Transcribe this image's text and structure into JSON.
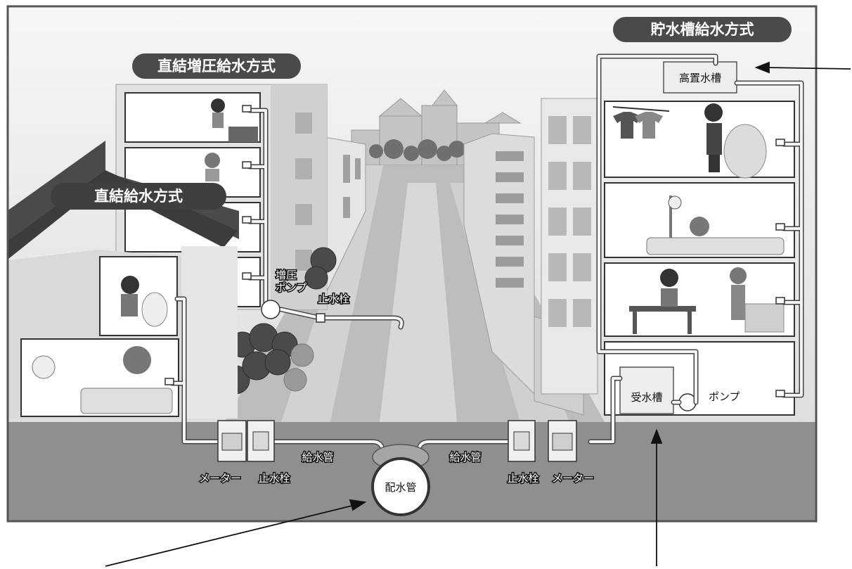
{
  "systems": {
    "direct": "直結給水方式",
    "booster": "直結増圧給水方式",
    "tank": "貯水槽給水方式"
  },
  "labels": {
    "elevated_tank": "高置水槽",
    "receiving_tank": "受水槽",
    "pump": "ポンプ",
    "booster_pump_line1": "増圧",
    "booster_pump_line2": "ポンプ",
    "stop_valve_upper": "止水栓",
    "supply_pipe_left": "給水管",
    "supply_pipe_right": "給水管",
    "distribution_main": "配水管",
    "meter_left": "メーター",
    "stop_valve_left": "止水栓",
    "stop_valve_right": "止水栓",
    "meter_right": "メーター"
  },
  "colors": {
    "frame": "#555555",
    "pill": "#4a4a4a",
    "ground": "#8e8e8e",
    "sky": "#e8e8e8",
    "pipe": "#f5f5f5"
  }
}
